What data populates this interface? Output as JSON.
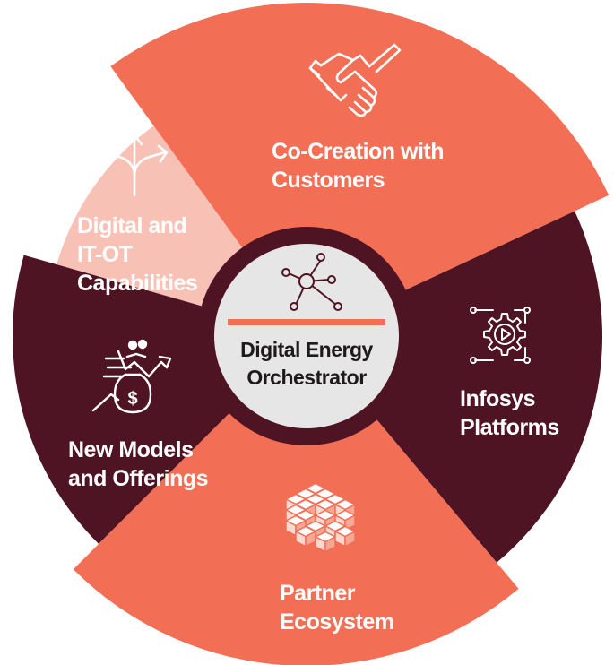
{
  "colors": {
    "coral": "#f26f55",
    "maroon": "#4f1423",
    "pink": "#f8c1b6",
    "center_ring": "#4f1423",
    "center_disc": "#e6e6e6",
    "center_bar": "#f26f55",
    "icon_stroke_light": "#ffffff",
    "icon_stroke_dark": "#4f1423"
  },
  "center": {
    "title_line1": "Digital Energy",
    "title_line2": "Orchestrator",
    "icon": "network-nodes-icon"
  },
  "segments": [
    {
      "id": "co-creation",
      "line1": "Co-Creation with",
      "line2": "Customers",
      "color": "coral",
      "icon": "handshake-icon"
    },
    {
      "id": "infosys-platforms",
      "line1": "Infosys",
      "line2": "Platforms",
      "color": "maroon",
      "icon": "gear-play-icon"
    },
    {
      "id": "partner-ecosystem",
      "line1": "Partner",
      "line2": "Ecosystem",
      "color": "coral",
      "icon": "cube-stack-icon"
    },
    {
      "id": "new-models",
      "line1": "New Models",
      "line2": "and Offerings",
      "color": "maroon",
      "icon": "growth-money-icon"
    },
    {
      "id": "digital-itot",
      "line1": "Digital and",
      "line2": "IT-OT",
      "line3": "Capabilities",
      "color": "pink",
      "icon": "split-arrows-icon"
    }
  ]
}
